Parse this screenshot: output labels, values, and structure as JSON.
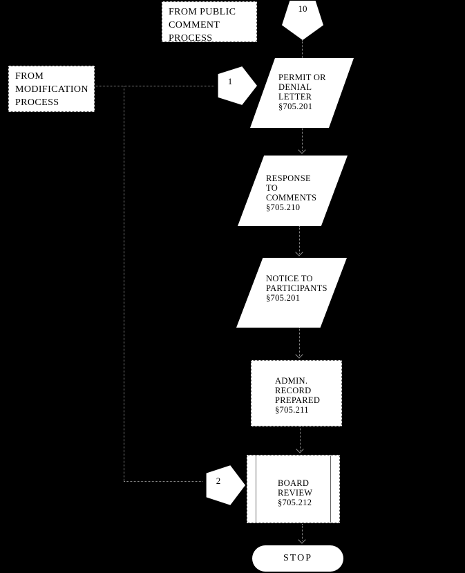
{
  "diagram": {
    "kind": "flowchart",
    "colors": {
      "background": "#000000",
      "shape_fill": "#ffffff",
      "shape_text": "#000000",
      "connector_line": "#8f8f8f"
    }
  },
  "nodes": {
    "from_public_comment": {
      "type": "entry-label",
      "lines": [
        "FROM PUBLIC",
        "COMMENT",
        "PROCESS"
      ]
    },
    "from_modification": {
      "type": "entry-label",
      "lines": [
        "FROM",
        "MODIFICATION",
        "PROCESS"
      ]
    },
    "connector_10": {
      "type": "offpage-connector",
      "label": "10"
    },
    "connector_1": {
      "type": "offpage-connector",
      "label": "1"
    },
    "connector_2": {
      "type": "offpage-connector",
      "label": "2"
    },
    "permit_denial": {
      "type": "document",
      "lines": [
        "PERMIT OR",
        "DENIAL",
        "LETTER",
        "§705.201"
      ]
    },
    "response_comments": {
      "type": "document",
      "lines": [
        "RESPONSE",
        "TO",
        "COMMENTS",
        "§705.210"
      ]
    },
    "notice_participants": {
      "type": "document",
      "lines": [
        "NOTICE TO",
        "PARTICIPANTS",
        "§705.201"
      ]
    },
    "admin_record": {
      "type": "process",
      "lines": [
        "ADMIN.",
        "RECORD",
        "PREPARED",
        "§705.211"
      ]
    },
    "board_review": {
      "type": "predefined-process",
      "lines": [
        "BOARD",
        "REVIEW",
        "§705.212"
      ]
    },
    "stop": {
      "type": "terminator",
      "label": "STOP"
    }
  }
}
